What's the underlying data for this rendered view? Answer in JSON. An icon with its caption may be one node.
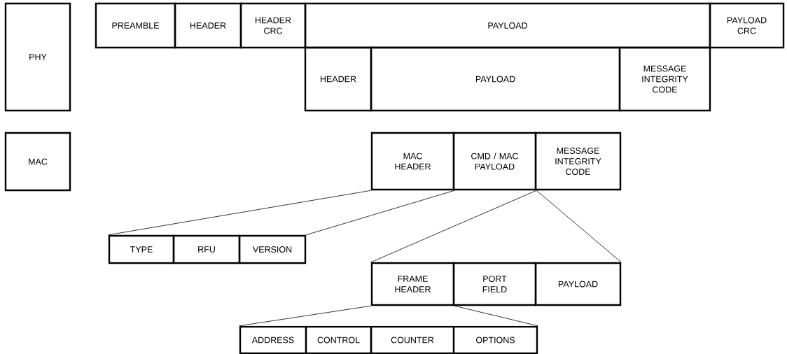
{
  "diagram": {
    "nodes": [
      {
        "text": [
          "PHY"
        ]
      },
      {
        "text": [
          "PREAMBLE"
        ]
      },
      {
        "text": [
          "HEADER"
        ]
      },
      {
        "text": [
          "HEADER CRC"
        ]
      },
      {
        "text": [
          "PAYLOAD"
        ]
      },
      {
        "text": [
          "PAYLOAD CRC"
        ]
      },
      {
        "text": [
          "HEADER"
        ]
      },
      {
        "text": [
          "PAYLOAD"
        ]
      },
      {
        "text": [
          "MESSAGE INTEGRITY CODE"
        ]
      },
      {
        "text": [
          "MAC"
        ]
      },
      {
        "text": [
          "MAC HEADER"
        ]
      },
      {
        "text": [
          "CMD / MAC PAYLOAD"
        ]
      },
      {
        "text": [
          "MESSAGE INTEGRITY CODE"
        ]
      },
      {
        "text": [
          "TYPE"
        ]
      },
      {
        "text": [
          "RFU"
        ]
      },
      {
        "text": [
          "VERSION"
        ]
      },
      {
        "text": [
          "FRAME HEADER"
        ]
      },
      {
        "text": [
          "PORT FIELD"
        ]
      },
      {
        "text": [
          "PAYLOAD"
        ]
      },
      {
        "text": [
          "ADDRESS"
        ]
      },
      {
        "text": [
          "CONTROL"
        ]
      },
      {
        "text": [
          "COUNTER"
        ]
      },
      {
        "text": [
          "OPTIONS"
        ]
      }
    ],
    "edges": [
      {
        "from": 10,
        "to": 13,
        "arrow": "none"
      },
      {
        "from": 10,
        "to": 15,
        "arrow": "none"
      },
      {
        "from": 11,
        "to": 16,
        "arrow": "none"
      },
      {
        "from": 11,
        "to": 18,
        "arrow": "none"
      },
      {
        "from": 16,
        "to": 19,
        "arrow": "none"
      },
      {
        "from": 16,
        "to": 22,
        "arrow": "none"
      }
    ]
  }
}
